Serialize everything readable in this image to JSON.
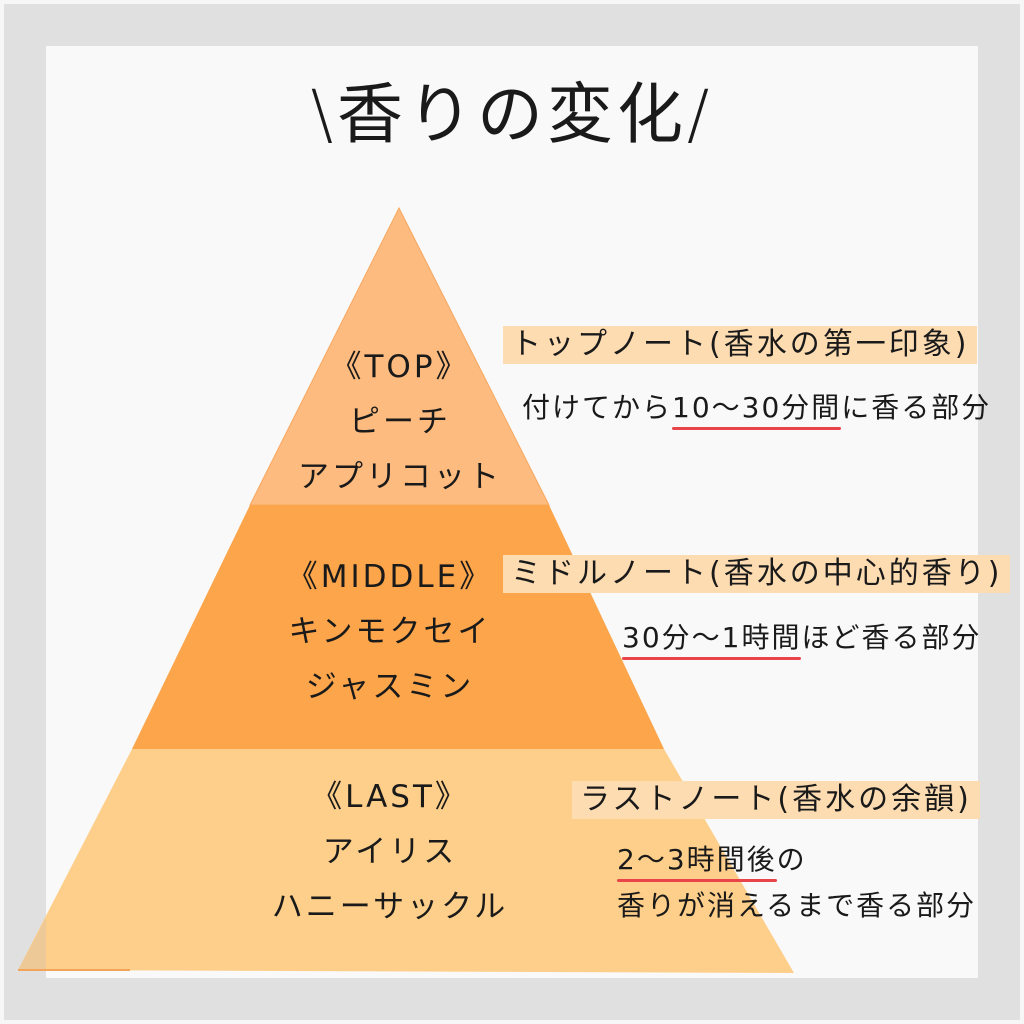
{
  "title": "\\香りの変化/",
  "colors": {
    "top_tier": "#fdbb7f",
    "middle_tier": "#fca54b",
    "last_tier": "#fecf8a",
    "label_bg": "#fddcb2",
    "underline": "#e8444a",
    "frame": "#e0e0e0",
    "canvas": "#f9f9f9"
  },
  "tiers": [
    {
      "key": "top",
      "heading": "《TOP》",
      "notes": [
        "ピーチ",
        "アプリコット"
      ],
      "label": "トップノート(香水の第一印象)",
      "description": {
        "before": "付けてから",
        "highlight": "10〜30分間",
        "after": "に香る部分"
      }
    },
    {
      "key": "middle",
      "heading": "《MIDDLE》",
      "notes": [
        "キンモクセイ",
        "ジャスミン"
      ],
      "label": "ミドルノート(香水の中心的香り)",
      "description": {
        "before": "",
        "highlight": "30分〜1時間",
        "after": "ほど香る部分"
      }
    },
    {
      "key": "last",
      "heading": "《LAST》",
      "notes": [
        "アイリス",
        "ハニーサックル"
      ],
      "label": "ラストノート(香水の余韻)",
      "description": {
        "before": "",
        "highlight": "2〜3時間後",
        "after": "の",
        "line2": "香りが消えるまで香る部分"
      }
    }
  ]
}
